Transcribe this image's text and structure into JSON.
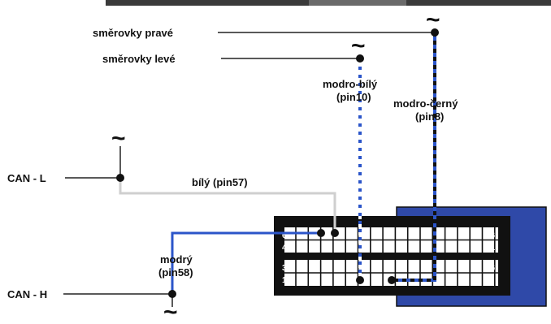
{
  "colors": {
    "blue": "#2b55c9",
    "block_blue": "#2f49a8",
    "connector_black": "#111111",
    "white_wire": "#cfcfcf",
    "line": "#222222",
    "photo_strip": "#3a3a3a"
  },
  "labels": {
    "right_turn": "směrovky pravé",
    "left_turn": "směrovky levé",
    "blue_white": "modro-bílý",
    "blue_white_pin": "(pin10)",
    "blue_black": "modro-černý",
    "blue_black_pin": "(pin8)",
    "can_l": "CAN - L",
    "can_h": "CAN - H",
    "white": "bílý (pin57)",
    "blue": "modrý",
    "blue_pin": "(pin58)"
  },
  "pins": {
    "row1_left": "60",
    "row1_right": "46",
    "row2_left": "45",
    "row2_right": "31",
    "row3_left": "30",
    "row3_right": "16",
    "row4_left": "15",
    "row4_right": "1"
  },
  "symbols": {
    "tilde": "~"
  }
}
